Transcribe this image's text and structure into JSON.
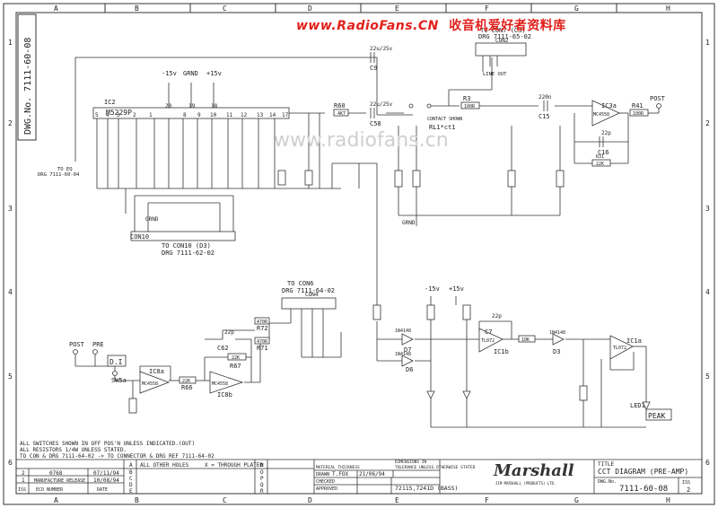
{
  "watermark": {
    "line1": "www.RadioFans.CN",
    "line2": "收音机爱好者资料库",
    "faint": "www.radiofans.cn"
  },
  "border": {
    "cols_top": [
      "A",
      "B",
      "C",
      "D",
      "E",
      "F",
      "G",
      "H"
    ],
    "rows_left": [
      "1",
      "2",
      "3",
      "4",
      "5",
      "6"
    ]
  },
  "dwg_side": "DWG.No. 7111-60-08",
  "ic_main": {
    "ref": "IC2",
    "part": "M5229P"
  },
  "supply": {
    "neg": "-15v",
    "gnd": "GRND",
    "pos": "+15v",
    "pins": [
      "20",
      "19",
      "18"
    ]
  },
  "con2": {
    "title1": "TO CON7 (C3)",
    "title2": "DRG 7111-65-02",
    "ref": "CON2",
    "line_out": "LINE OUT"
  },
  "con10": {
    "ref": "CON10",
    "title1": "TO CON10 (D3)",
    "title2": "DRG 7111-62-02",
    "gnd": "GRND"
  },
  "con4": {
    "title1": "TO CON6",
    "title2": "DRG 7111-64-02",
    "ref": "CON4"
  },
  "eq": {
    "label": "TO EQ",
    "drg": "DRG 7111-60-04"
  },
  "parts": {
    "c9": "C9",
    "c9v": "22u/25v",
    "c58": "C58",
    "c58v": "22u/25v",
    "r60": "R60",
    "r60v": "4K7",
    "relay": "RL1*ct1",
    "relay2": "CONTACT SHOWN",
    "r3": "R3",
    "r3v": "100R",
    "c15": "C15",
    "c15v": "220n",
    "ic3a": "IC3a",
    "ic3p": "MC4558",
    "r41": "R41",
    "r41v": "100R",
    "post": "POST",
    "c16": "C16",
    "c16v": "22p",
    "r31": "R31",
    "r31v": "22K",
    "d7": "D7",
    "d7v": "1N4148",
    "d6": "D6",
    "d6v": "1N4148",
    "c7": "C7",
    "c7v": "22p",
    "ic1b": "IC1b",
    "ic1p": "TL072",
    "d3": "D3",
    "d3v": "1N4148",
    "r10k": "10K",
    "ic1a": "IC1a",
    "led1": "LED1",
    "peak": "PEAK",
    "di": "D.I",
    "pre": "PRE",
    "post2": "POST",
    "ic8a": "IC8a",
    "ic8b": "IC8b",
    "ic8p": "MC4558",
    "r66": "R66",
    "r66v": "22K",
    "r67": "R67",
    "r67v": "22K",
    "c62": "C62",
    "c62v": "22p",
    "r72": "R72",
    "r72v": "470R",
    "r71": "R71",
    "r71v": "470R",
    "sw": "SW5a",
    "m15": "-15v",
    "p15": "+15v"
  },
  "notes": {
    "l1": "ALL SWITCHES SHOWN IN OFF POS'N UNLESS INDICATED.(OUT)",
    "l2": "ALL RESISTORS 1/4W UNLESS STATED.",
    "l3": "TO CON & DRG 7111-64-02 -> TO CONNECTOR & DRG REF 7111-64-02"
  },
  "revisions": {
    "rows": [
      {
        "iss": "2",
        "ecn": "0768",
        "date": "07/11/94"
      },
      {
        "iss": "1",
        "ecn": "MANUFACTURE RELEASE",
        "date": "10/08/94"
      }
    ],
    "hdr_iss": "ISS",
    "hdr_ecn": "ECO NUMBER",
    "hdr_date": "DATE"
  },
  "holes": {
    "title": "ALL OTHER HOLES",
    "thru": "X = THROUGH PLATED",
    "letters": [
      "A",
      "B",
      "C",
      "D",
      "E"
    ],
    "letters2": [
      "N",
      "O",
      "P",
      "Q",
      "R"
    ]
  },
  "title_block": {
    "material": "MATERIAL THICKNESS",
    "drawn": "DRAWN",
    "drawn_v": "T.FOX",
    "date_v": "21/06/94",
    "checked": "CHECKED",
    "approved": "APPROVED",
    "model": "7211S,7241D (BASS)",
    "tolerance": "TOLERANCE UNLESS OTHERWISE STATED",
    "dimensions": "DIMENSIONS IN",
    "brand": "Marshall",
    "company": "JIM MARSHALL (PRODUCTS) LTD.",
    "title_label": "TITLE",
    "title": "CCT DIAGRAM (PRE-AMP)",
    "dwg_label": "DWG.No.",
    "dwg_no": "7111-60-08",
    "iss_label": "ISS",
    "iss": "2"
  }
}
